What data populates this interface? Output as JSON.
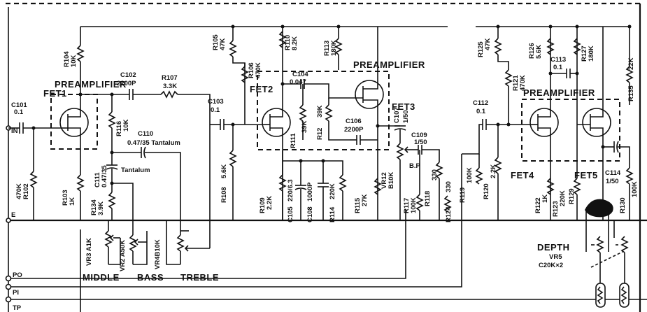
{
  "blocks": {
    "preamp1": "PREAMPLIFIER",
    "preamp2": "PREAMPLIFIER",
    "preamp3": "PREAMPLIFIER"
  },
  "fets": {
    "fet1": "FET1",
    "fet2": "FET2",
    "fet3": "FET3",
    "fet4": "FET4",
    "fet5": "FET5"
  },
  "terminals": {
    "in": "IN",
    "e": "E",
    "po": "PO",
    "pi": "PI",
    "tp": "TP"
  },
  "controls": {
    "middle": "MIDDLE",
    "bass": "BASS",
    "treble": "TREBLE",
    "depth": "DEPTH",
    "vr5": "VR5",
    "vr5_value": "C20K×2"
  },
  "resistors": {
    "r102": [
      "R102",
      "470K"
    ],
    "r103": [
      "R103",
      "1K"
    ],
    "r104": [
      "R104",
      "10K"
    ],
    "r105": [
      "R105",
      "47K"
    ],
    "r106": [
      "R106",
      "470K"
    ],
    "r107": [
      "R107",
      "3.3K"
    ],
    "r108": [
      "R108",
      "5.6K"
    ],
    "r109": [
      "R109",
      "2.2K"
    ],
    "r110": [
      "R110",
      "8.2K"
    ],
    "r111": [
      "R111",
      "39K"
    ],
    "r112": [
      "R12",
      "39K"
    ],
    "r113": [
      "R113",
      "180K"
    ],
    "r114": [
      "R114",
      "220K"
    ],
    "r115": [
      "R115",
      "27K"
    ],
    "r116": [
      "R116",
      "10K"
    ],
    "r117": [
      "R117",
      "100K"
    ],
    "r118": [
      "R118",
      "330"
    ],
    "r119": [
      "R119",
      "100K"
    ],
    "r120": [
      "R120",
      "2.2K"
    ],
    "r121": [
      "R121",
      "470K"
    ],
    "r122": [
      "R122",
      "1K"
    ],
    "r123": [
      "R123",
      "220K"
    ],
    "r124": [
      "R124",
      "330"
    ],
    "r125": [
      "R125",
      "47K"
    ],
    "r126": [
      "R126",
      "5.6K"
    ],
    "r127": [
      "R127",
      "180K"
    ],
    "r129": [
      "R129",
      ""
    ],
    "r130": [
      "R130",
      "100K"
    ],
    "r134": [
      "R134",
      "3.9K"
    ],
    "r135": [
      "R135",
      "22K"
    ]
  },
  "capacitors": {
    "c101": [
      "C101",
      "0.1"
    ],
    "c102": [
      "C102",
      "2200P"
    ],
    "c103": [
      "C103",
      "0.1"
    ],
    "c104": [
      "C104",
      "0.047"
    ],
    "c105": [
      "C105",
      "220/6.3"
    ],
    "c106": [
      "C106",
      "2200P"
    ],
    "c107": [
      "C107",
      "1/50"
    ],
    "c108": [
      "C108",
      "1000P"
    ],
    "c109": [
      "C109",
      "1/50"
    ],
    "c109_note": "B.P",
    "c110": [
      "C110",
      "0.47/35 Tantalum"
    ],
    "c111": [
      "C111",
      "0.47/35"
    ],
    "c111_note": "Tantalum",
    "c112": [
      "C112",
      "0.1"
    ],
    "c113": [
      "C113",
      "0.1"
    ],
    "c114": [
      "C114",
      "1/50"
    ]
  },
  "pots": {
    "vr2": "VR2 A50K",
    "vr3": "VR3 A1K",
    "vr4": "VR4B10K",
    "vr12": [
      "VR12",
      "B10K"
    ]
  }
}
